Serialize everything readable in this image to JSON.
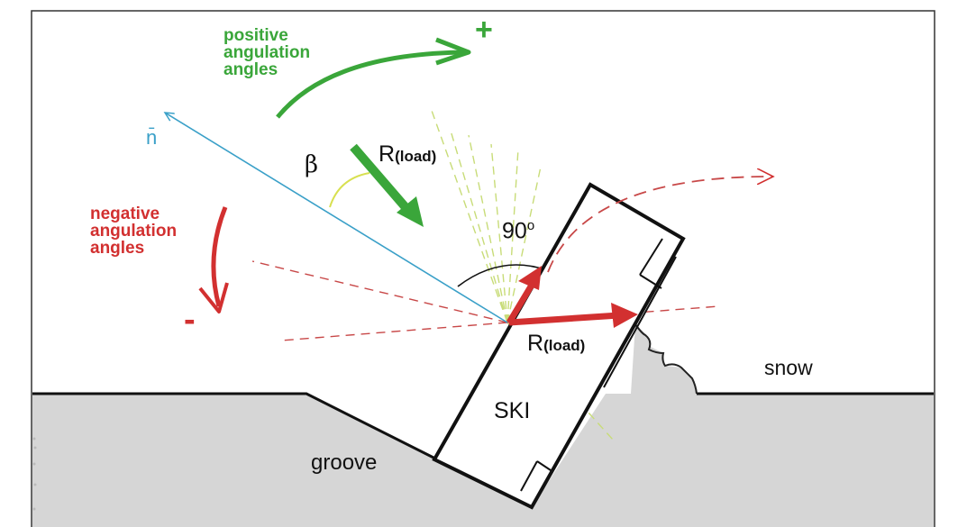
{
  "labels": {
    "positive_line1": "positive",
    "positive_line2": "angulation",
    "positive_line3": "angles",
    "plus_sign": "+",
    "negative_line1": "negative",
    "negative_line2": "angulation",
    "negative_line3": "angles",
    "minus_sign": "-",
    "normal_symbol": "n̄",
    "beta": "β",
    "load_upper_main": "R",
    "load_upper_sub": "(load)",
    "right_angle": "90",
    "degree": "o",
    "load_lower_main": "R",
    "load_lower_sub": "(load)",
    "ski": "SKI",
    "snow": "snow",
    "groove": "groove"
  },
  "colors": {
    "green": "#3aa63a",
    "red": "#d23030",
    "blue": "#3aa0c8",
    "ground": "#d6d6d6",
    "black": "#111111",
    "yellow_green": "#c8dc78"
  }
}
